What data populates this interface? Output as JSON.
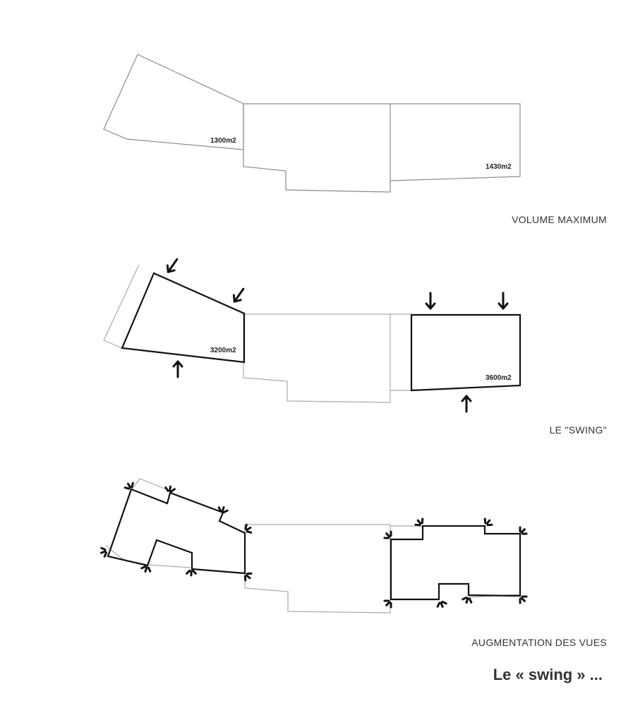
{
  "diagrams": {
    "volume_maximum": {
      "caption": "VOLUME MAXIMUM",
      "area_left": "1300m2",
      "area_right": "1430m2"
    },
    "swing": {
      "caption": "LE \"SWING\"",
      "area_left": "3200m2",
      "area_right": "3600m2"
    },
    "vues": {
      "caption": "AUGMENTATION DES VUES"
    }
  },
  "footer": {
    "title": "Le « swing » ..."
  },
  "colors": {
    "outline_light": "#9a9a9a",
    "outline_bold": "#111111",
    "text": "#333333"
  }
}
